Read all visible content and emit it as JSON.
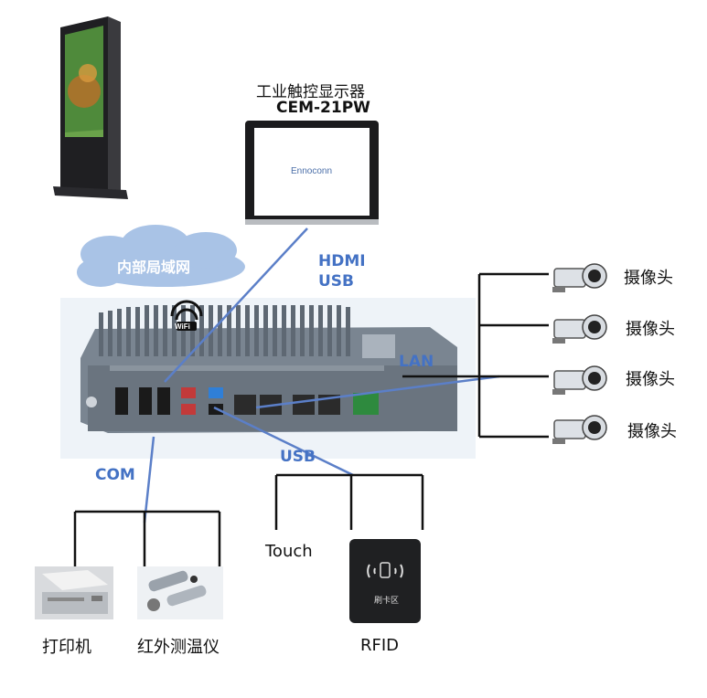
{
  "monitor": {
    "title": "工业触控显示器",
    "model": "CEM-21PW",
    "brand": "Ennoconn"
  },
  "cloud": {
    "label": "内部局域网"
  },
  "interfaces": {
    "hdmi": "HDMI",
    "usb_top": "USB",
    "lan": "LAN",
    "com": "COM",
    "usb_bottom": "USB"
  },
  "wifi": {
    "label": "WiFi"
  },
  "cameras": [
    "摄像头",
    "摄像头",
    "摄像头",
    "摄像头"
  ],
  "usb_devices": [
    "Touch",
    "RFID"
  ],
  "com_devices": [
    "打印机",
    "红外测温仪"
  ],
  "rfid_card": {
    "label": "刷卡区"
  },
  "colors": {
    "connector_blue": "#5b7fc8",
    "label_blue": "#4472c4",
    "cloud": "#a9c3e6",
    "box": "#6f7a86"
  }
}
